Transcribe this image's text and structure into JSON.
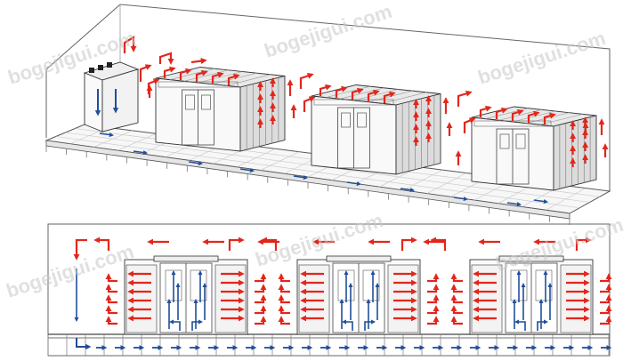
{
  "watermark": {
    "text": "bogejigui.com"
  },
  "colors": {
    "hot_air": "#e3261b",
    "cold_air": "#1f4e9a",
    "outline": "#333333",
    "panel": "#f4f4f4"
  },
  "icons": {
    "hot": "red-airflow-arrow-icon",
    "cold": "blue-airflow-arrow-icon"
  },
  "diagram": {
    "top_view": {
      "label": "isometric-view",
      "containment_count": 3
    },
    "bottom_view": {
      "label": "side-section-view",
      "containment_count": 3
    }
  }
}
